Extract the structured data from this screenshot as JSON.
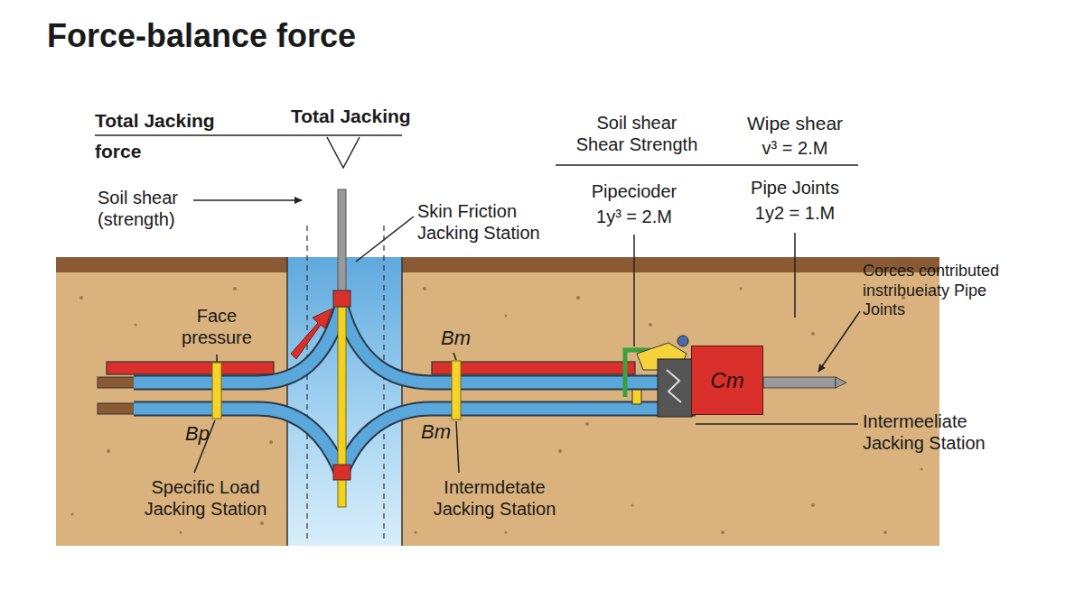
{
  "diagram": {
    "title": "Force-balance force",
    "nodes": [
      {
        "text": [
          "Cm"
        ]
      }
    ],
    "labels": [
      "Total Jacking force",
      "Total Jacking",
      "Soil shear (strength)",
      "Skin Friction Jacking Station",
      "Soil shear Shear Strength",
      "Wipe shear",
      "v³ = 2.M",
      "Pipecioder",
      "1y³ = 2.M",
      "Pipe Joints",
      "1y2 = 1.M",
      "Corces contributed instribueiaty Pipe Joints",
      "Face pressure",
      "Bm",
      "Bp",
      "Bm",
      "Intermeeliate Jacking Station",
      "Specific Load Jacking Station",
      "Intermdetate Jacking Station"
    ]
  }
}
